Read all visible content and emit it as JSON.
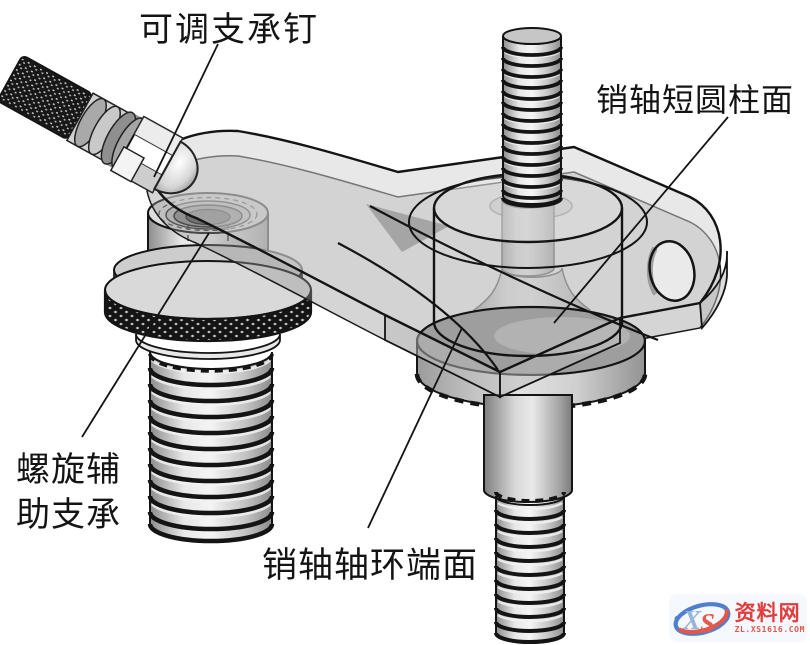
{
  "annotations": {
    "adjustable_support_pin": "可调支承钉",
    "pin_short_cylinder_face": "销轴短圆柱面",
    "screw_aux_support_line1": "螺旋辅",
    "screw_aux_support_line2": "助支承",
    "pin_collar_end_face": "销轴轴环端面"
  },
  "watermark": {
    "logo_x": "X",
    "logo_s": "S",
    "site_name": "资料网",
    "site_url": "ZL.XS1616.COM"
  },
  "colors": {
    "ink": "#141414",
    "watermark_red": "#e23d3d",
    "watermark_blue": "#4f7fd0",
    "plate_gray": "#cfcfcf",
    "metal_dark": "#8d8d8d"
  }
}
